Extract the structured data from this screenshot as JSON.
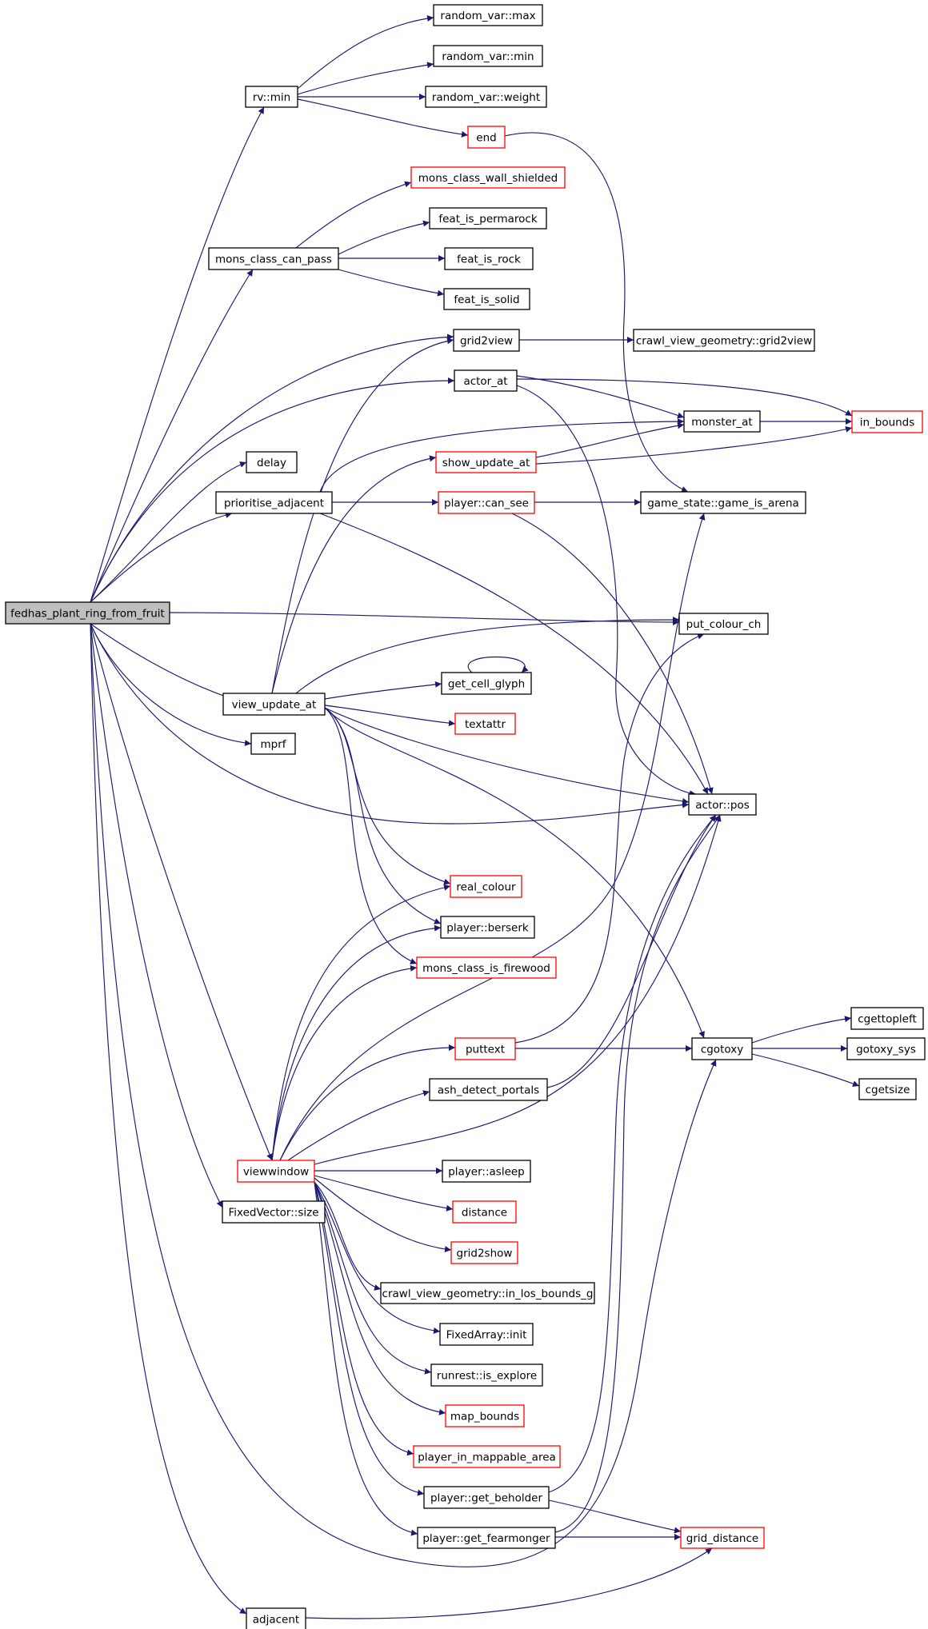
{
  "graph": {
    "nodes": [
      {
        "id": "fedhas_plant_ring_from_fruit",
        "label": "fedhas_plant_ring_from_fruit",
        "style": "root"
      },
      {
        "id": "rv_min",
        "label": "rv::min",
        "style": "normal"
      },
      {
        "id": "random_var_max",
        "label": "random_var::max",
        "style": "normal"
      },
      {
        "id": "random_var_min",
        "label": "random_var::min",
        "style": "normal"
      },
      {
        "id": "random_var_weight",
        "label": "random_var::weight",
        "style": "normal"
      },
      {
        "id": "end",
        "label": "end",
        "style": "truncated"
      },
      {
        "id": "mons_class_wall_shielded",
        "label": "mons_class_wall_shielded",
        "style": "truncated"
      },
      {
        "id": "mons_class_can_pass",
        "label": "mons_class_can_pass",
        "style": "normal"
      },
      {
        "id": "feat_is_permarock",
        "label": "feat_is_permarock",
        "style": "normal"
      },
      {
        "id": "feat_is_rock",
        "label": "feat_is_rock",
        "style": "normal"
      },
      {
        "id": "feat_is_solid",
        "label": "feat_is_solid",
        "style": "normal"
      },
      {
        "id": "grid2view",
        "label": "grid2view",
        "style": "normal"
      },
      {
        "id": "cvg_grid2view",
        "label": "crawl_view_geometry::grid2view",
        "style": "normal"
      },
      {
        "id": "actor_at",
        "label": "actor_at",
        "style": "normal"
      },
      {
        "id": "monster_at",
        "label": "monster_at",
        "style": "normal"
      },
      {
        "id": "in_bounds",
        "label": "in_bounds",
        "style": "truncated"
      },
      {
        "id": "delay",
        "label": "delay",
        "style": "normal"
      },
      {
        "id": "show_update_at",
        "label": "show_update_at",
        "style": "truncated"
      },
      {
        "id": "prioritise_adjacent",
        "label": "prioritise_adjacent",
        "style": "normal"
      },
      {
        "id": "player_can_see",
        "label": "player::can_see",
        "style": "truncated"
      },
      {
        "id": "game_is_arena",
        "label": "game_state::game_is_arena",
        "style": "normal"
      },
      {
        "id": "put_colour_ch",
        "label": "put_colour_ch",
        "style": "normal"
      },
      {
        "id": "get_cell_glyph",
        "label": "get_cell_glyph",
        "style": "normal"
      },
      {
        "id": "view_update_at",
        "label": "view_update_at",
        "style": "normal"
      },
      {
        "id": "textattr",
        "label": "textattr",
        "style": "truncated"
      },
      {
        "id": "mprf",
        "label": "mprf",
        "style": "normal"
      },
      {
        "id": "actor_pos",
        "label": "actor::pos",
        "style": "normal"
      },
      {
        "id": "real_colour",
        "label": "real_colour",
        "style": "truncated"
      },
      {
        "id": "player_berserk",
        "label": "player::berserk",
        "style": "normal"
      },
      {
        "id": "mons_class_is_firewood",
        "label": "mons_class_is_firewood",
        "style": "truncated"
      },
      {
        "id": "cgettopleft",
        "label": "cgettopleft",
        "style": "normal"
      },
      {
        "id": "puttext",
        "label": "puttext",
        "style": "truncated"
      },
      {
        "id": "cgotoxy",
        "label": "cgotoxy",
        "style": "normal"
      },
      {
        "id": "gotoxy_sys",
        "label": "gotoxy_sys",
        "style": "normal"
      },
      {
        "id": "ash_detect_portals",
        "label": "ash_detect_portals",
        "style": "normal"
      },
      {
        "id": "cgetsize",
        "label": "cgetsize",
        "style": "normal"
      },
      {
        "id": "viewwindow",
        "label": "viewwindow",
        "style": "truncated"
      },
      {
        "id": "player_asleep",
        "label": "player::asleep",
        "style": "normal"
      },
      {
        "id": "fixedvector_size",
        "label": "FixedVector::size",
        "style": "normal"
      },
      {
        "id": "distance",
        "label": "distance",
        "style": "truncated"
      },
      {
        "id": "grid2show",
        "label": "grid2show",
        "style": "truncated"
      },
      {
        "id": "in_los_bounds_g",
        "label": "crawl_view_geometry::in_los_bounds_g",
        "style": "normal"
      },
      {
        "id": "fixedarray_init",
        "label": "FixedArray::init",
        "style": "normal"
      },
      {
        "id": "runrest_is_explore",
        "label": "runrest::is_explore",
        "style": "normal"
      },
      {
        "id": "map_bounds",
        "label": "map_bounds",
        "style": "truncated"
      },
      {
        "id": "player_in_mappable_area",
        "label": "player_in_mappable_area",
        "style": "truncated"
      },
      {
        "id": "player_get_beholder",
        "label": "player::get_beholder",
        "style": "normal"
      },
      {
        "id": "player_get_fearmonger",
        "label": "player::get_fearmonger",
        "style": "normal"
      },
      {
        "id": "grid_distance",
        "label": "grid_distance",
        "style": "truncated"
      },
      {
        "id": "adjacent",
        "label": "adjacent",
        "style": "normal"
      }
    ],
    "colors": {
      "root_fill": "#bfbfbf",
      "node_border": "#000000",
      "truncated_border": "#ff0000",
      "edge": "#191970"
    }
  }
}
